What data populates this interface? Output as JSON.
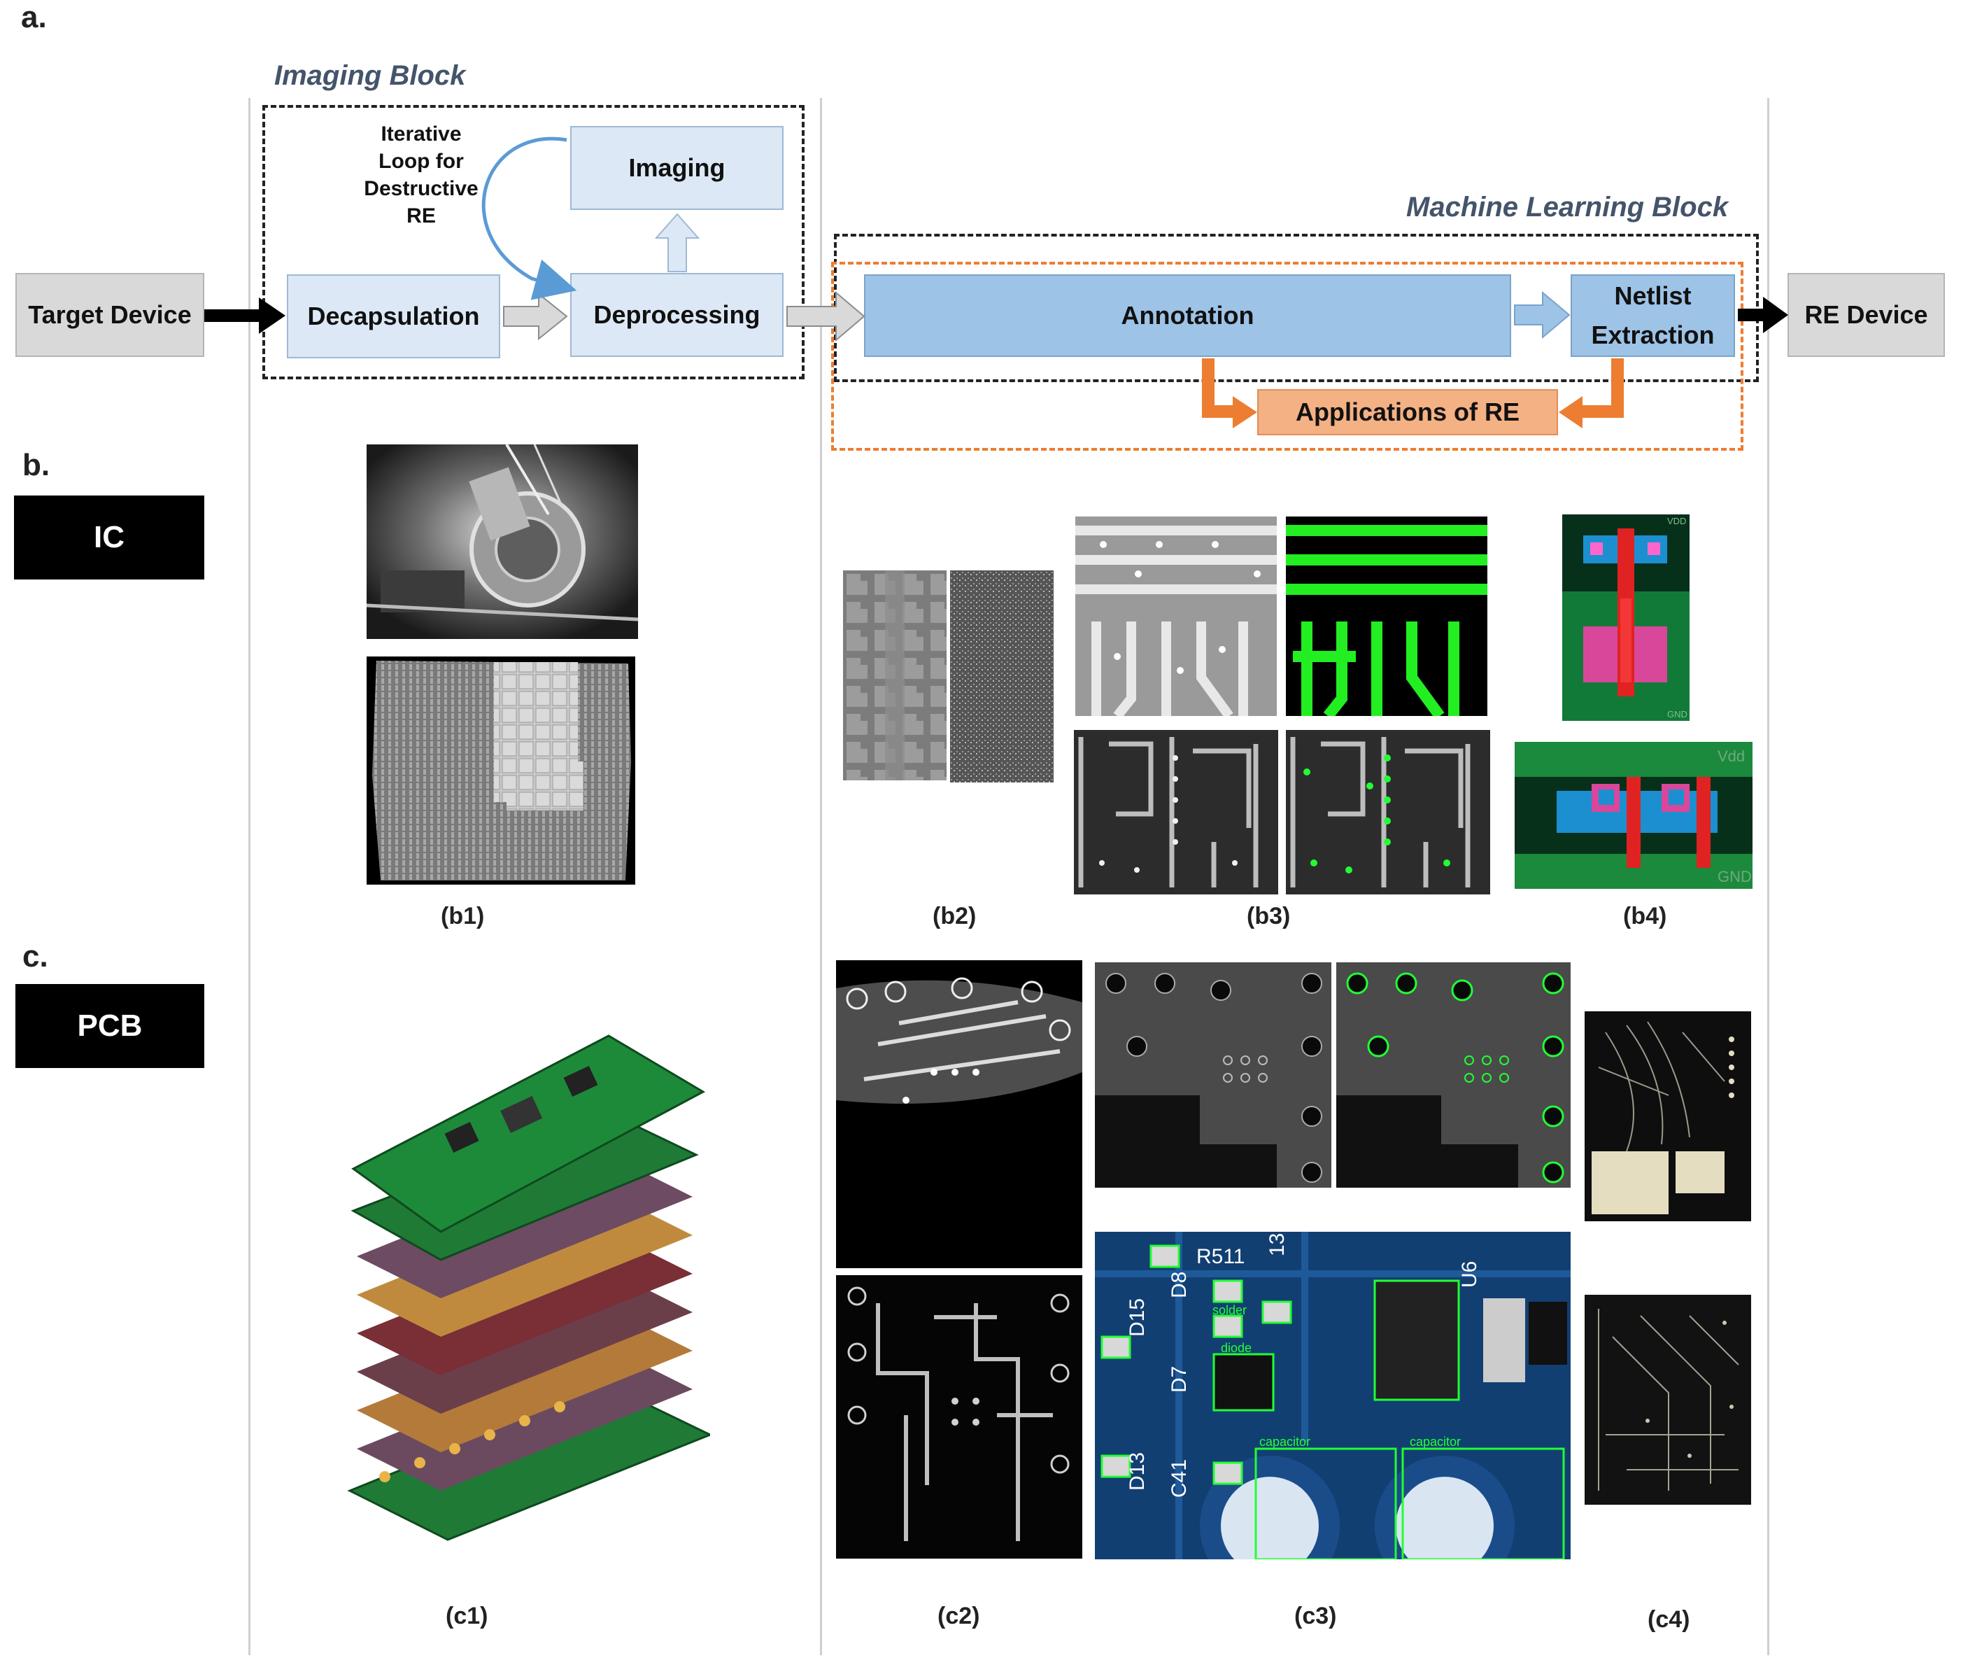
{
  "section_labels": {
    "a": "a.",
    "b": "b.",
    "c": "c."
  },
  "blocks": {
    "imaging_title": "Imaging Block",
    "ml_title": "Machine Learning Block"
  },
  "flow": {
    "target_device": "Target Device",
    "decapsulation": "Decapsulation",
    "deprocessing": "Deprocessing",
    "imaging": "Imaging",
    "loop_note": [
      "Iterative",
      "Loop for",
      "Destructive",
      "RE"
    ],
    "annotation": "Annotation",
    "netlist": [
      "Netlist",
      "Extraction"
    ],
    "applications": "Applications of RE",
    "re_device": "RE Device"
  },
  "rows": {
    "ic_tag": "IC",
    "pcb_tag": "PCB"
  },
  "captions": {
    "b1": "(b1)",
    "b2": "(b2)",
    "b3": "(b3)",
    "b4": "(b4)",
    "c1": "(c1)",
    "c2": "(c2)",
    "c3": "(c3)",
    "c4": "(c4)"
  },
  "image_text": {
    "b4_vdd": "VDD",
    "b4_gnd": "GND",
    "b4_bottom_vdd": "Vdd",
    "b4_bottom_gnd": "GND",
    "c3_labels": [
      "R511",
      "D8",
      "D15",
      "D7",
      "D13",
      "C41",
      "U6",
      "13",
      "solder",
      "diode",
      "capacitor",
      "capacitor"
    ]
  },
  "colors": {
    "grey_box": "#d9d9d9",
    "light_blue_box": "#dce8f5",
    "annotation_blue": "#9dc3e6",
    "applications_salmon": "#f4b183",
    "orange_arrow": "#ed7d31",
    "loop_arrow": "#5b9bd5",
    "ml_dashed_orange": "#ed7d31",
    "annotation_green": "#22ff33"
  }
}
